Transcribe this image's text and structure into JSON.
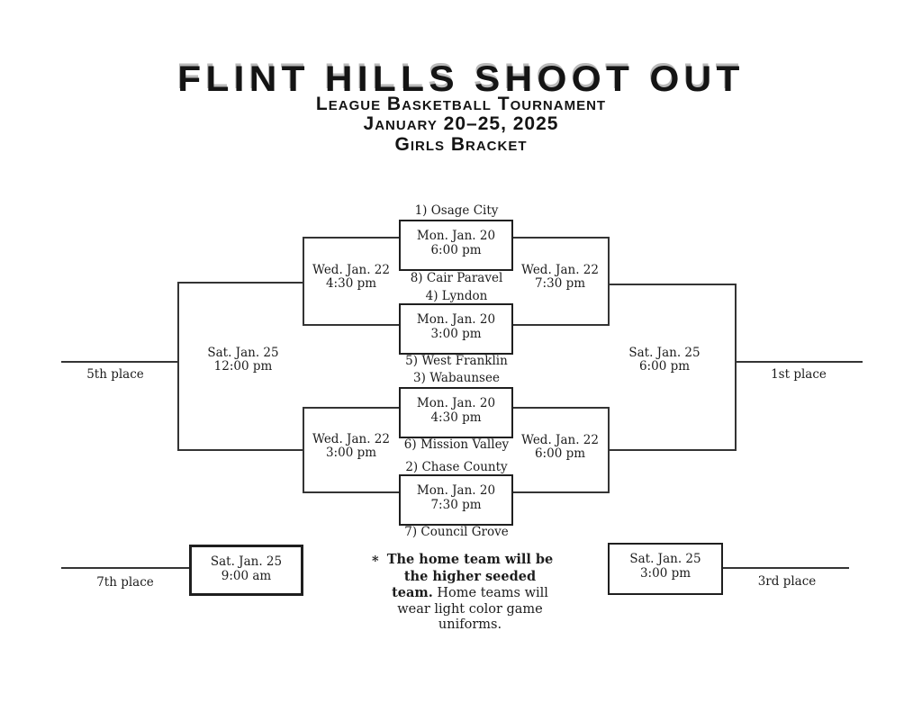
{
  "header": {
    "title": "FLINT HILLS SHOOT OUT",
    "subtitle_tournament": "League Basketball Tournament",
    "subtitle_dates": "January 20–25, 2025",
    "subtitle_bracket": "Girls Bracket"
  },
  "first_round_games": [
    {
      "top_team": "1) Osage City",
      "date": "Mon. Jan. 20",
      "time": "6:00 pm",
      "bottom_team": "8) Cair Paravel"
    },
    {
      "top_team": "4) Lyndon",
      "date": "Mon. Jan. 20",
      "time": "3:00 pm",
      "bottom_team": "5) West Franklin"
    },
    {
      "top_team": "3) Wabaunsee",
      "date": "Mon. Jan. 20",
      "time": "4:30 pm",
      "bottom_team": "6) Mission Valley"
    },
    {
      "top_team": "2) Chase County",
      "date": "Mon. Jan. 20",
      "time": "7:30 pm",
      "bottom_team": "7) Council Grove"
    }
  ],
  "second_round_games": {
    "upper_left": {
      "date": "Wed. Jan. 22",
      "time": "4:30 pm"
    },
    "upper_right": {
      "date": "Wed. Jan. 22",
      "time": "7:30 pm"
    },
    "lower_left": {
      "date": "Wed. Jan. 22",
      "time": "3:00 pm"
    },
    "lower_right": {
      "date": "Wed. Jan. 22",
      "time": "6:00 pm"
    }
  },
  "placement_games": {
    "fifth": {
      "date": "Sat. Jan. 25",
      "time": "12:00 pm",
      "place": "5th place"
    },
    "first": {
      "date": "Sat. Jan. 25",
      "time": "6:00 pm",
      "place": "1st place"
    },
    "seventh": {
      "date": "Sat. Jan. 25",
      "time": "9:00 am",
      "place": "7th place"
    },
    "third": {
      "date": "Sat. Jan. 25",
      "time": "3:00 pm",
      "place": "3rd place"
    }
  },
  "note": {
    "marker": "*",
    "bold": "The home team will be the higher seeded team.",
    "regular": "Home teams will wear light color game uniforms."
  }
}
